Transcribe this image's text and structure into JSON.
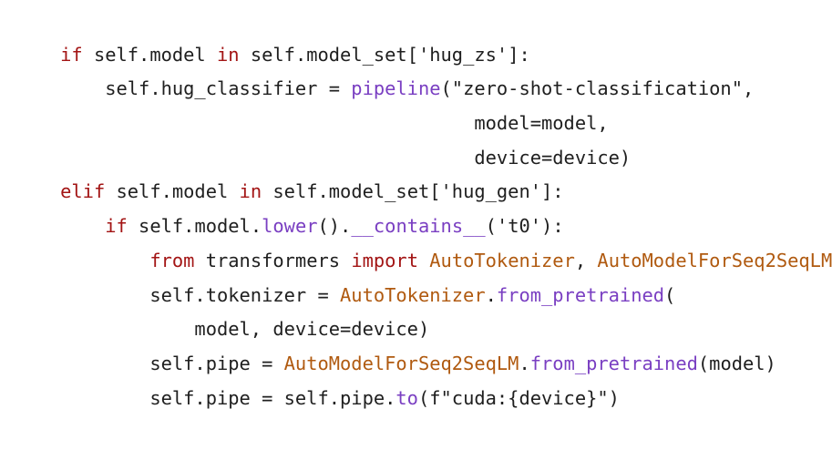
{
  "code_lines": [
    [
      {
        "t": "if",
        "c": "kw"
      },
      {
        "t": " self.model ",
        "c": "plain"
      },
      {
        "t": "in",
        "c": "kw"
      },
      {
        "t": " self.model_set['hug_zs']:",
        "c": "plain"
      }
    ],
    [
      {
        "t": "    self.hug_classifier = ",
        "c": "plain"
      },
      {
        "t": "pipeline",
        "c": "fn"
      },
      {
        "t": "(\"zero-shot-classification\",",
        "c": "plain"
      }
    ],
    [
      {
        "t": "                                     model=model,",
        "c": "plain"
      }
    ],
    [
      {
        "t": "                                     device=device)",
        "c": "plain"
      }
    ],
    [
      {
        "t": "elif",
        "c": "kw"
      },
      {
        "t": " self.model ",
        "c": "plain"
      },
      {
        "t": "in",
        "c": "kw"
      },
      {
        "t": " self.model_set['hug_gen']:",
        "c": "plain"
      }
    ],
    [
      {
        "t": "    ",
        "c": "plain"
      },
      {
        "t": "if",
        "c": "kw"
      },
      {
        "t": " self.model.",
        "c": "plain"
      },
      {
        "t": "lower",
        "c": "fn"
      },
      {
        "t": "().",
        "c": "plain"
      },
      {
        "t": "__contains__",
        "c": "fn"
      },
      {
        "t": "('t0'):",
        "c": "plain"
      }
    ],
    [
      {
        "t": "        ",
        "c": "plain"
      },
      {
        "t": "from",
        "c": "kw"
      },
      {
        "t": " transformers ",
        "c": "plain"
      },
      {
        "t": "import",
        "c": "kw"
      },
      {
        "t": " ",
        "c": "plain"
      },
      {
        "t": "AutoTokenizer",
        "c": "cls"
      },
      {
        "t": ", ",
        "c": "plain"
      },
      {
        "t": "AutoModelForSeq2SeqLM",
        "c": "cls"
      }
    ],
    [
      {
        "t": "        self.tokenizer = ",
        "c": "plain"
      },
      {
        "t": "AutoTokenizer",
        "c": "cls"
      },
      {
        "t": ".",
        "c": "plain"
      },
      {
        "t": "from_pretrained",
        "c": "fn"
      },
      {
        "t": "(",
        "c": "plain"
      }
    ],
    [
      {
        "t": "            model, device=device)",
        "c": "plain"
      }
    ],
    [
      {
        "t": "        self.pipe = ",
        "c": "plain"
      },
      {
        "t": "AutoModelForSeq2SeqLM",
        "c": "cls"
      },
      {
        "t": ".",
        "c": "plain"
      },
      {
        "t": "from_pretrained",
        "c": "fn"
      },
      {
        "t": "(model)",
        "c": "plain"
      }
    ],
    [
      {
        "t": "        self.pipe = self.pipe.",
        "c": "plain"
      },
      {
        "t": "to",
        "c": "fn"
      },
      {
        "t": "(f\"cuda:{device}\")",
        "c": "plain"
      }
    ]
  ]
}
